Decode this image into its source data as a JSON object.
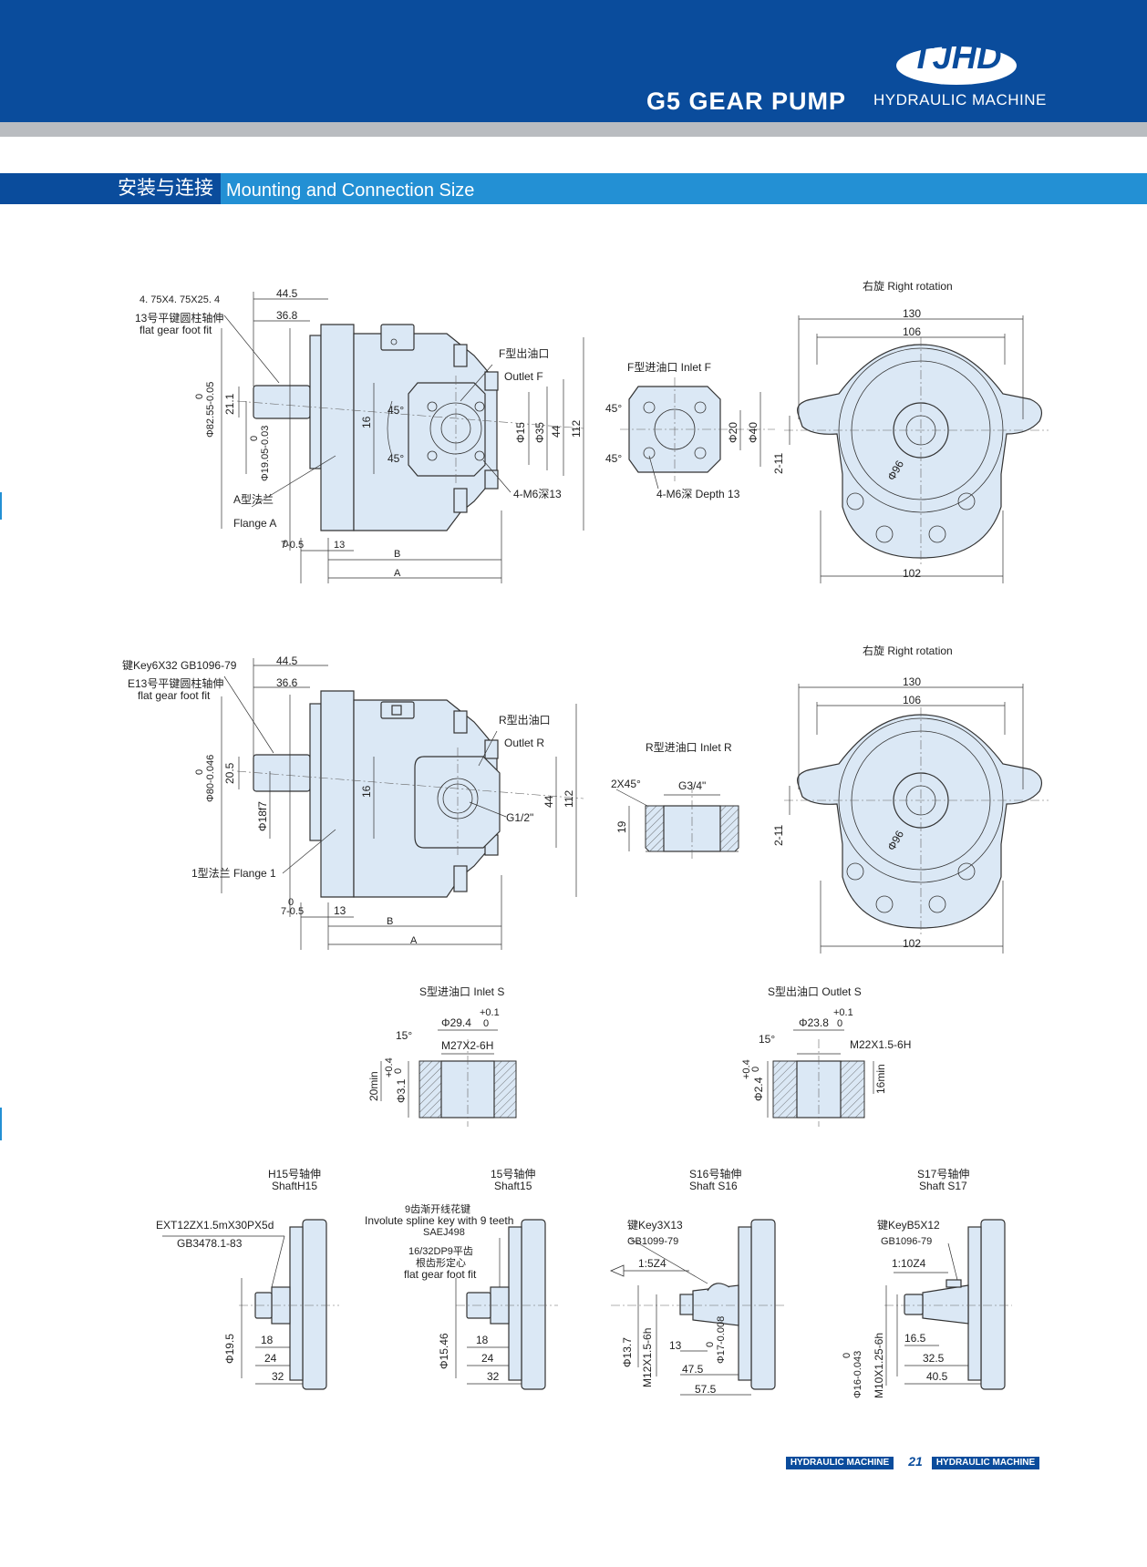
{
  "header": {
    "logo_text": "TJHD",
    "title": "G5 GEAR PUMP",
    "subtitle": "HYDRAULIC MACHINE"
  },
  "section": {
    "cn": "安装与连接",
    "en": "Mounting and Connection Size"
  },
  "drawing1": {
    "key": "4. 75X4. 75X25. 4",
    "shaft_cn": "13号平键圆柱轴伸",
    "shaft_en": "flat gear foot fit",
    "d445": "44.5",
    "d368": "36.8",
    "phi_flange": "Φ82.55-0.05",
    "phi_flange_tol": "0",
    "d211": "21.1",
    "phi_shaft": "Φ19.05-0.03",
    "phi_shaft_tol": "0",
    "d16": "16",
    "angle1": "45°",
    "angle2": "45°",
    "outlet_cn": "F型出油口",
    "outlet_en": "Outlet F",
    "phi15": "Φ15",
    "phi35": "Φ35",
    "d44": "44",
    "d112": "112",
    "bolt": "4-M6深13",
    "flange_cn": "A型法兰",
    "flange_en": "Flange A",
    "d7": "7-0.5",
    "d7_tol": "0",
    "d13": "13",
    "dimB": "B",
    "dimA": "A"
  },
  "inletF": {
    "title": "F型进油口  Inlet F",
    "angle1": "45°",
    "angle2": "45°",
    "phi20": "Φ20",
    "phi40": "Φ40",
    "bolt": "4-M6深  Depth 13"
  },
  "rightF": {
    "title": "右旋  Right rotation",
    "d130": "130",
    "d106": "106",
    "phi96": "Φ96",
    "d211": "2-11",
    "d102": "102"
  },
  "drawing2": {
    "key": "键Key6X32  GB1096-79",
    "shaft_cn": "E13号平键圆柱轴伸",
    "shaft_en": "flat gear foot fit",
    "d445": "44.5",
    "d366": "36.6",
    "phi_flange": "Φ80-0.046",
    "phi_flange_tol": "0",
    "d205": "20.5",
    "phi_shaft": "Φ18f7",
    "d16": "16",
    "outlet_cn": "R型出油口",
    "outlet_en": "Outlet R",
    "d44": "44",
    "d112": "112",
    "g12": "G1/2\"",
    "flange": "1型法兰  Flange 1",
    "d7": "7-0.5",
    "d7_tol": "0",
    "d13": "13",
    "dimB": "B",
    "dimA": "A"
  },
  "inletR": {
    "title": "R型进油口  Inlet R",
    "chamfer": "2X45°",
    "g34": "G3/4\"",
    "d19": "19"
  },
  "rightR": {
    "title": "右旋  Right rotation",
    "d130": "130",
    "d106": "106",
    "phi96": "Φ96",
    "d211": "2-11",
    "d102": "102"
  },
  "inletS": {
    "title": "S型进油口  Inlet S",
    "angle": "15°",
    "phi": "Φ29.4",
    "tol_up": "+0.1",
    "tol_lo": "0",
    "thread": "M27X2-6H",
    "depth": "20min",
    "phi_small": "Φ3.1",
    "phi_small_tol_up": "+0.4",
    "phi_small_tol_lo": "0"
  },
  "outletS": {
    "title": "S型出油口    Outlet S",
    "angle": "15°",
    "phi": "Φ23.8",
    "tol_up": "+0.1",
    "tol_lo": "0",
    "thread": "M22X1.5-6H",
    "depth": "16min",
    "phi_small": "Φ2.4",
    "phi_small_tol_up": "+0.4",
    "phi_small_tol_lo": "0"
  },
  "shaftH15": {
    "title_cn": "H15号轴伸",
    "title_en": "ShaftH15",
    "spec1": "EXT12ZX1.5mX30PX5d",
    "spec2": "GB3478.1-83",
    "phi": "Φ19.5",
    "d18": "18",
    "d24": "24",
    "d32": "32"
  },
  "shaft15": {
    "title_cn": "15号轴伸",
    "title_en": "Shaft15",
    "note1": "9齿渐开线花键",
    "note2": "Involute spline key with 9 teeth",
    "note3": "SAEJ498",
    "note4": "16/32DP9平齿",
    "note5": "根齿形定心",
    "note6": "flat gear foot fit",
    "phi": "Φ15.46",
    "d18": "18",
    "d24": "24",
    "d32": "32"
  },
  "shaftS16": {
    "title_cn": "S16号轴伸",
    "title_en": "Shaft S16",
    "key": "键Key3X13",
    "std": "GB1099-79",
    "taper": "1:5Z4",
    "phi137": "Φ13.7",
    "thread": "M12X1.5-6h",
    "d13": "13",
    "phi17": "Φ17-0.008",
    "phi17_tol": "0",
    "d475": "47.5",
    "d575": "57.5"
  },
  "shaftS17": {
    "title_cn": "S17号轴伸",
    "title_en": "Shaft S17",
    "key": "键KeyB5X12",
    "std": "GB1096-79",
    "taper": "1:10Z4",
    "phi16": "Φ16-0.043",
    "phi16_tol": "0",
    "thread": "M10X1.25-6h",
    "d165": "16.5",
    "d325": "32.5",
    "d405": "40.5"
  },
  "footer": {
    "left": "HYDRAULIC MACHINE",
    "page": "21",
    "right": "HYDRAULIC MACHINE"
  }
}
